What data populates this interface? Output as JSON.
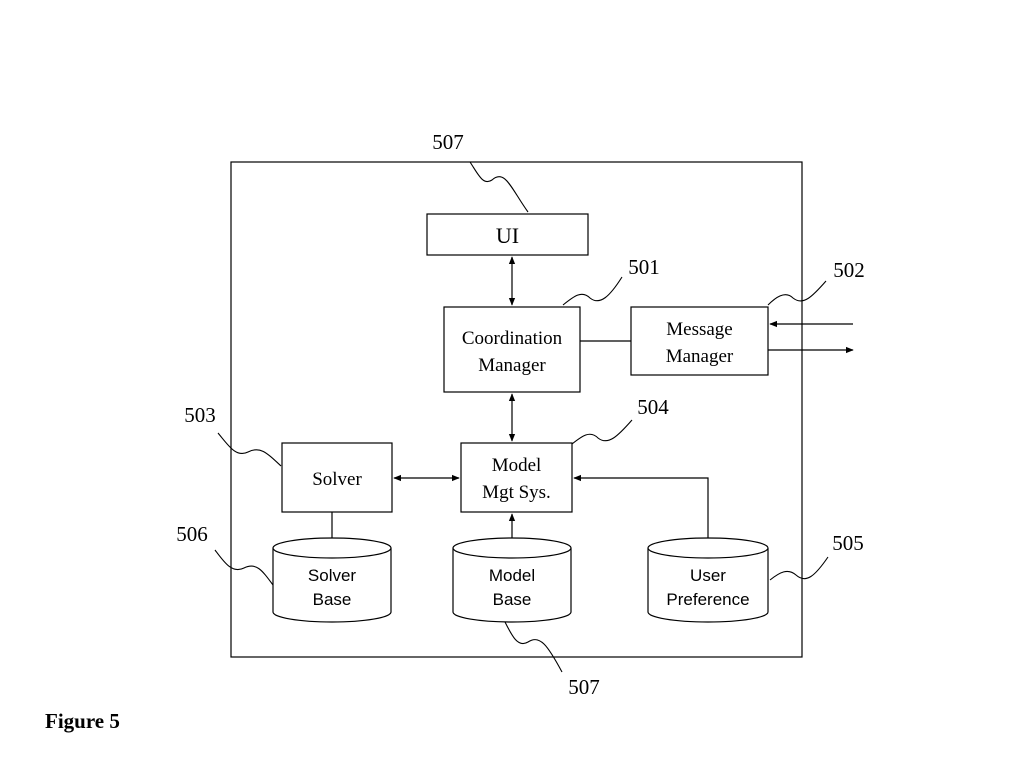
{
  "figure": {
    "caption": "Figure 5"
  },
  "blocks": {
    "ui": {
      "label": "UI"
    },
    "coordination_manager": {
      "line1": "Coordination",
      "line2": "Manager"
    },
    "message_manager": {
      "line1": "Message",
      "line2": "Manager"
    },
    "solver": {
      "label": "Solver"
    },
    "model_mgt_sys": {
      "line1": "Model",
      "line2": "Mgt Sys."
    }
  },
  "stores": {
    "solver_base": {
      "line1": "Solver",
      "line2": "Base"
    },
    "model_base": {
      "line1": "Model",
      "line2": "Base"
    },
    "user_preference": {
      "line1": "User",
      "line2": "Preference"
    }
  },
  "reference_numerals": {
    "ui": "507",
    "coordination_manager": "501",
    "message_manager": "502",
    "solver": "503",
    "model_mgt_sys": "504",
    "user_preference": "505",
    "solver_base": "506",
    "model_base": "507"
  }
}
